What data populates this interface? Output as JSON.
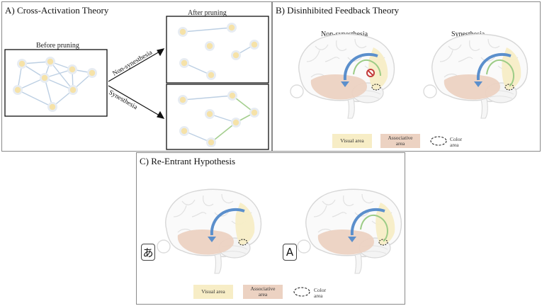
{
  "panel_a": {
    "title": "A) Cross-Activation Theory",
    "before_label": "Before pruning",
    "after_label": "After pruning",
    "arrow_top_label": "Non-synesthesia",
    "arrow_bottom_label": "Synesthesia"
  },
  "panel_b": {
    "title": "B) Disinhibited Feedback Theory",
    "left_label": "Non-synesthesia",
    "right_label": "Synesthesia",
    "legend": {
      "visual": "Visual area",
      "associative": "Associative area",
      "color": "Color area"
    }
  },
  "panel_c": {
    "title": "C) Re-Entrant Hypothesis",
    "glyph_left": "あ",
    "glyph_right": "A",
    "legend": {
      "visual": "Visual area",
      "associative": "Associative area",
      "color": "Color area"
    }
  },
  "colors": {
    "node_fill": "#f6e2a8",
    "node_ring": "#e7ecf2",
    "edge": "#bccfe3",
    "green_edge": "#a5cf8f",
    "visual_area": "#f7edc6",
    "associative_area": "#ecd2c2",
    "blue_arrow": "#5b8fcc",
    "inhibit": "#c43c3c"
  }
}
